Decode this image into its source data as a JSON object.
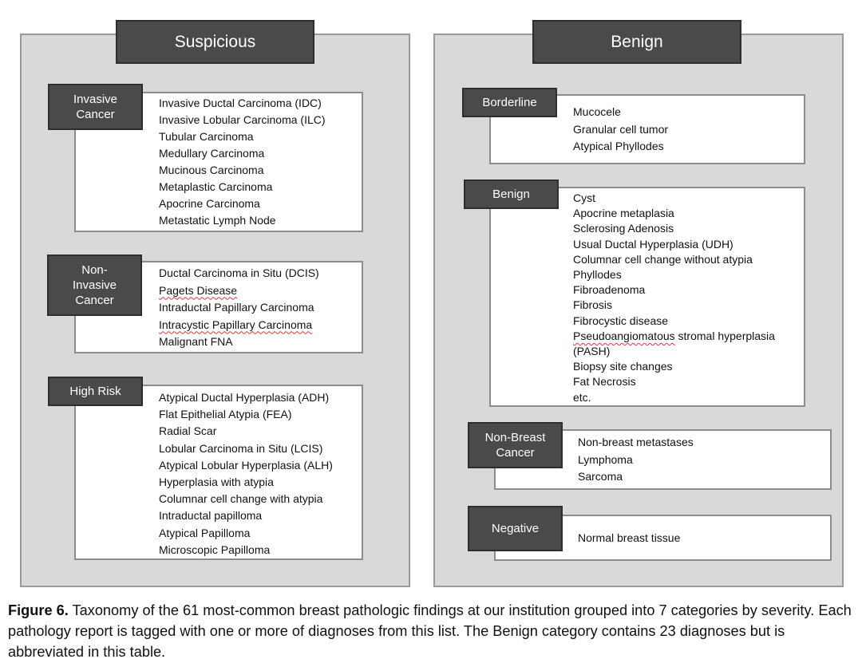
{
  "suspicious": {
    "title": "Suspicious",
    "groups": [
      {
        "tag": "Invasive\nCancer",
        "items": [
          "Invasive Ductal Carcinoma (IDC)",
          "Invasive Lobular Carcinoma (ILC)",
          "Tubular Carcinoma",
          "Medullary Carcinoma",
          "Mucinous Carcinoma",
          "Metaplastic Carcinoma",
          "Apocrine Carcinoma",
          "Metastatic Lymph Node"
        ]
      },
      {
        "tag": "Non-\nInvasive\nCancer",
        "items": [
          "Ductal Carcinoma in Situ (DCIS)",
          "Pagets Disease",
          "Intraductal Papillary Carcinoma",
          "Intracystic Papillary Carcinoma",
          "Malignant FNA"
        ]
      },
      {
        "tag": "High Risk",
        "items": [
          "Atypical Ductal Hyperplasia (ADH)",
          "Flat Epithelial Atypia (FEA)",
          "Radial Scar",
          "Lobular Carcinoma in Situ (LCIS)",
          "Atypical Lobular Hyperplasia (ALH)",
          "Hyperplasia with atypia",
          "Columnar cell change with atypia",
          "Intraductal papilloma",
          "Atypical Papilloma",
          "Microscopic Papilloma"
        ]
      }
    ]
  },
  "benign": {
    "title": "Benign",
    "groups": [
      {
        "tag": "Borderline",
        "items": [
          "Mucocele",
          "Granular cell tumor",
          "Atypical Phyllodes"
        ]
      },
      {
        "tag": "Benign",
        "items": [
          "Cyst",
          "Apocrine metaplasia",
          "Sclerosing Adenosis",
          "Usual Ductal Hyperplasia (UDH)",
          "Columnar cell change without atypia",
          "Phyllodes",
          "Fibroadenoma",
          "Fibrosis",
          "Fibrocystic disease",
          "Pseudoangiomatous stromal hyperplasia",
          "(PASH)",
          "Biopsy site changes",
          "Fat Necrosis",
          "etc."
        ]
      },
      {
        "tag": "Non-Breast\nCancer",
        "items": [
          "Non-breast metastases",
          "Lymphoma",
          "Sarcoma"
        ]
      },
      {
        "tag": "Negative",
        "items": [
          "Normal breast tissue"
        ]
      }
    ]
  },
  "caption": {
    "label": "Figure 6.",
    "text": " Taxonomy of the 61 most-common breast pathologic findings at our institution grouped into 7 categories by severity. Each pathology report is tagged with one or more of diagnoses from this list. The Benign category contains 23 diagnoses but is abbreviated in this table."
  },
  "colors": {
    "panel_fill": "#d9d9d9",
    "header_fill": "#4a4a4a",
    "box_fill": "#ffffff"
  }
}
